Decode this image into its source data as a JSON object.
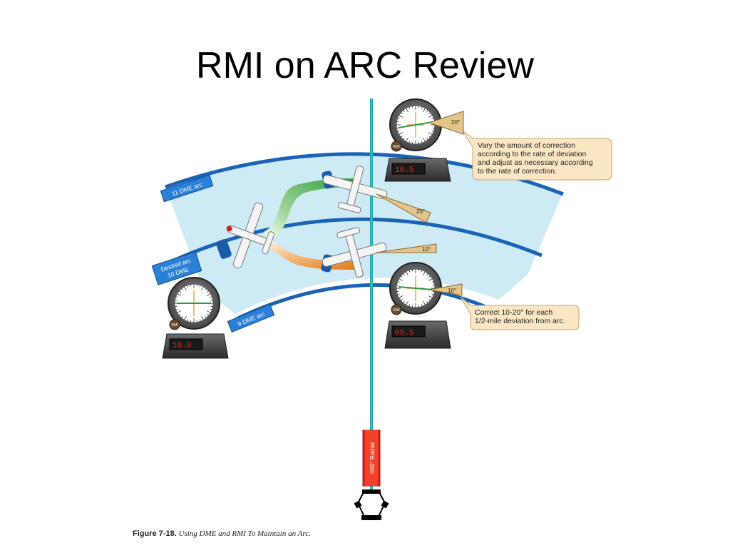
{
  "slide": {
    "title": "RMI on ARC Review"
  },
  "arc_labels": {
    "outer": "11 DME arc",
    "desired_line1": "Desired arc",
    "desired_line2": "10 DME",
    "inner": "9 DME arc"
  },
  "radial_label": "065° Radial",
  "angles": {
    "upper_rmi": "20°",
    "upper_wedge": "20°",
    "lower_wedge": "10°",
    "lower_rmi": "10°"
  },
  "dme_readouts": {
    "left": "10.0",
    "upper": "10.5",
    "lower": "09.5"
  },
  "instrument_badge": "RMI",
  "callouts": {
    "upper": [
      "Vary the amount of correction",
      "according to the rate of deviation",
      "and adjust as necessary according",
      "to the rate of correction."
    ],
    "lower": [
      "Correct 10-20° for each",
      "1/2-mile deviation from arc."
    ]
  },
  "caption": {
    "label": "Figure 7-18.",
    "text": "Using DME and RMI To Maintain an Arc."
  },
  "colors": {
    "arc_band": "#cdeaf5",
    "arc_line": "#1a63b5",
    "radial": "#1aa3a8",
    "tape_green": "#2f9c3a",
    "tape_orange": "#e88d2a",
    "callout_fill": "#fbe6c4",
    "wedge_fill": "#e3c48a"
  }
}
